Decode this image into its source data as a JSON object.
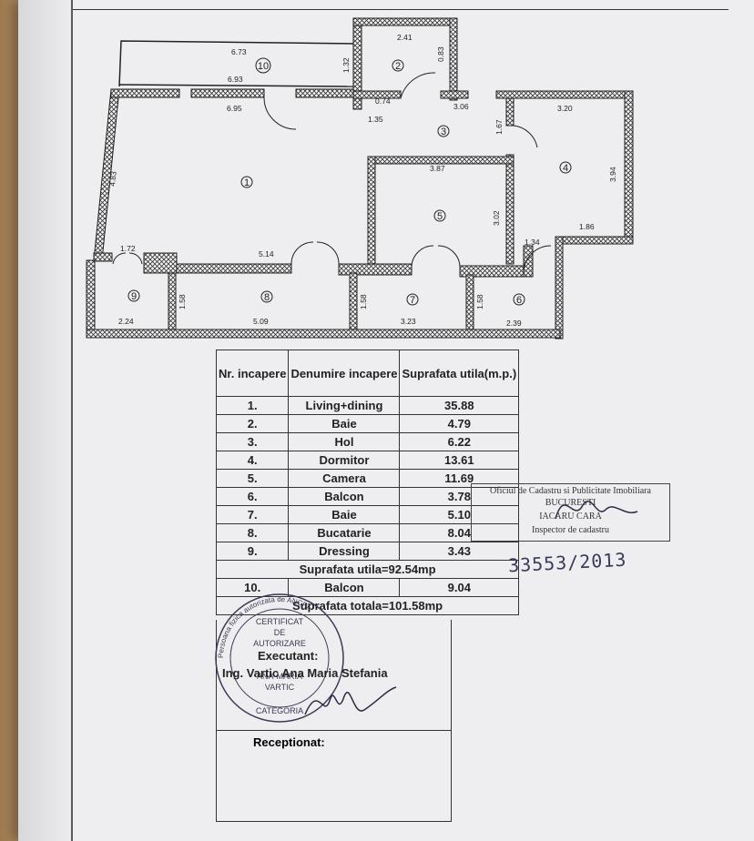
{
  "plan": {
    "dimensions": [
      "6.73",
      "6.93",
      "1.32",
      "2.41",
      "0.83",
      "0.74",
      "1.35",
      "3.06",
      "1.67",
      "3.20",
      "6.95",
      "3.87",
      "3.02",
      "3.94",
      "4.83",
      "1.86",
      "1.34",
      "1.72",
      "5.14",
      "1.58",
      "1.58",
      "1.58",
      "2.24",
      "5.09",
      "3.23",
      "2.39"
    ],
    "room_numbers": [
      "1",
      "2",
      "3",
      "4",
      "5",
      "6",
      "7",
      "8",
      "9",
      "10"
    ]
  },
  "table": {
    "header": {
      "nr": "Nr. incapere",
      "name": "Denumire incapere",
      "area": "Suprafata utila(m.p.)"
    },
    "rows": [
      {
        "nr": "1.",
        "name": "Living+dining",
        "area": "35.88"
      },
      {
        "nr": "2.",
        "name": "Baie",
        "area": "4.79"
      },
      {
        "nr": "3.",
        "name": "Hol",
        "area": "6.22"
      },
      {
        "nr": "4.",
        "name": "Dormitor",
        "area": "13.61"
      },
      {
        "nr": "5.",
        "name": "Camera",
        "area": "11.69"
      },
      {
        "nr": "6.",
        "name": "Balcon",
        "area": "3.78"
      },
      {
        "nr": "7.",
        "name": "Baie",
        "area": "5.10"
      },
      {
        "nr": "8.",
        "name": "Bucatarie",
        "area": "8.04"
      },
      {
        "nr": "9.",
        "name": "Dressing",
        "area": "3.43"
      }
    ],
    "total_useful": "Suprafata utila=92.54mp",
    "balcony_row": {
      "nr": "10.",
      "name": "Balcon",
      "area": "9.04"
    },
    "total": "Suprafata totala=101.58mp"
  },
  "executant": {
    "label": "Executant:",
    "name": "Ing. Vartic Ana Maria Stefania"
  },
  "stamp_round": {
    "lines": [
      "CERTIFICAT",
      "DE",
      "AUTORIZARE",
      "ANA-MARIA",
      "VARTIC",
      "CATEGORIA"
    ],
    "ring_text": "Persoana fizica autorizata de ANCPI"
  },
  "receptionat": "Receptionat:",
  "office_stamp": {
    "line1": "Oficiul de Cadastru si Publicitate Imobiliara",
    "line2": "BUCURESTI",
    "line3": "IACARU CARA",
    "line4": "Inspector de cadastru"
  },
  "handwritten_number": "33553/2013",
  "colors": {
    "paper": "#eeeef0",
    "ink": "#222222",
    "background": "#b08a5e"
  }
}
